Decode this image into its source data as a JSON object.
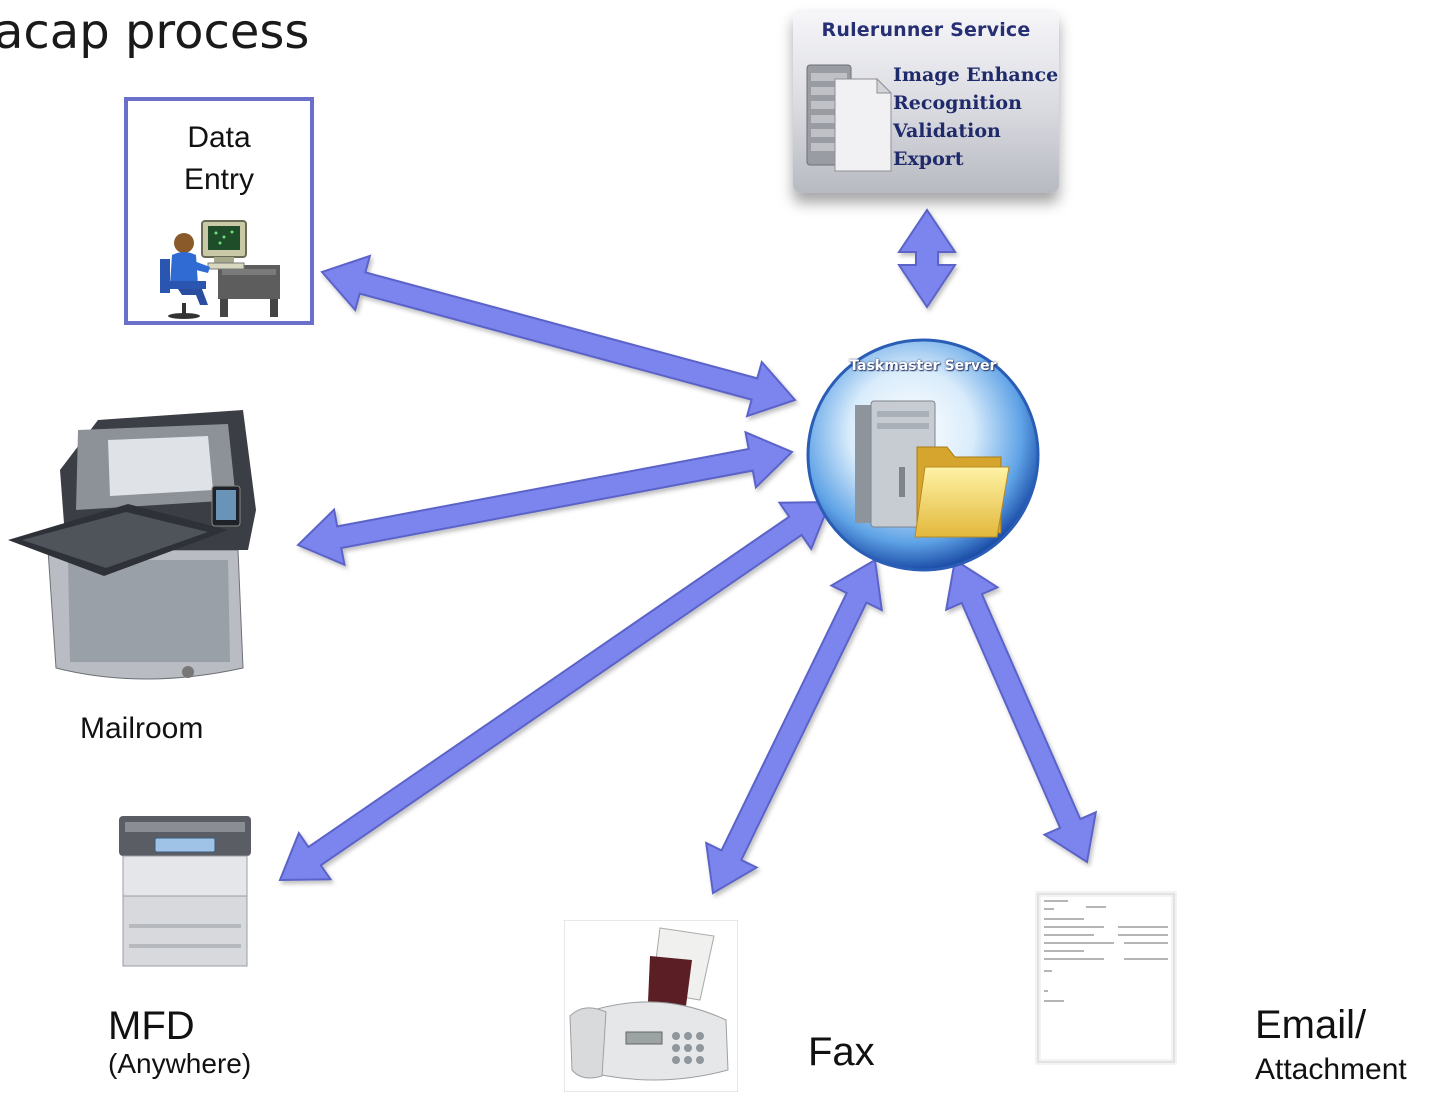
{
  "slide": {
    "title": "acap process"
  },
  "nodes": {
    "data_entry": {
      "line1": "Data",
      "line2": "Entry"
    },
    "rulerunner": {
      "title": "Rulerunner Service",
      "steps": [
        "Image Enhance",
        "Recognition",
        "Validation",
        "Export"
      ]
    },
    "taskmaster": {
      "label": "Taskmaster Server"
    },
    "mailroom": {
      "label": "Mailroom"
    },
    "mfd": {
      "label": "MFD",
      "sublabel": "(Anywhere)"
    },
    "fax": {
      "label": "Fax"
    },
    "email": {
      "label": "Email/",
      "sublabel": "Attachment"
    }
  },
  "colors": {
    "arrow_fill": "#7b85ee",
    "arrow_stroke": "#5b63c8",
    "box_border": "#6a6fc9",
    "rulerunner_text": "#1f2a6b"
  }
}
